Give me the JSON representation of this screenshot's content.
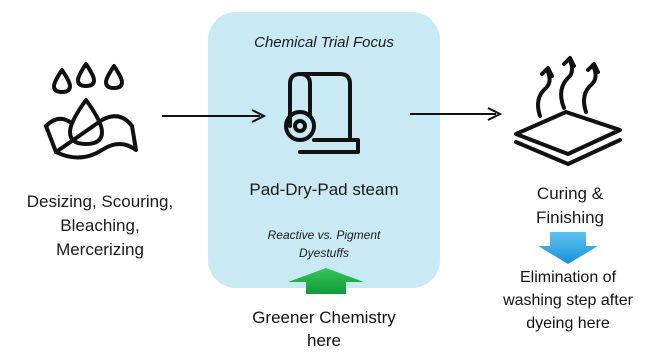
{
  "left_step": {
    "icon": "water-drops-cloth-icon",
    "lines": [
      "Desizing, Scouring,",
      "Bleaching,",
      "Mercerizing"
    ]
  },
  "focus_panel": {
    "title": "Chemical Trial Focus",
    "icon": "fabric-roll-icon",
    "process": "Pad-Dry-Pad steam",
    "dyestuff_lines": [
      "Reactive vs. Pigment",
      "Dyestuffs"
    ],
    "color": "#c9e9f4"
  },
  "right_step": {
    "icon": "heat-fabric-layers-icon",
    "lines": [
      "Curing &",
      "Finishing"
    ]
  },
  "annotations": {
    "greener": [
      "Greener Chemistry",
      "here"
    ],
    "greener_arrow_color": "#1aaa3c",
    "elimination": [
      "Elimination of",
      "washing step after",
      "dyeing here"
    ],
    "elimination_arrow_color": "#29a8e8"
  }
}
